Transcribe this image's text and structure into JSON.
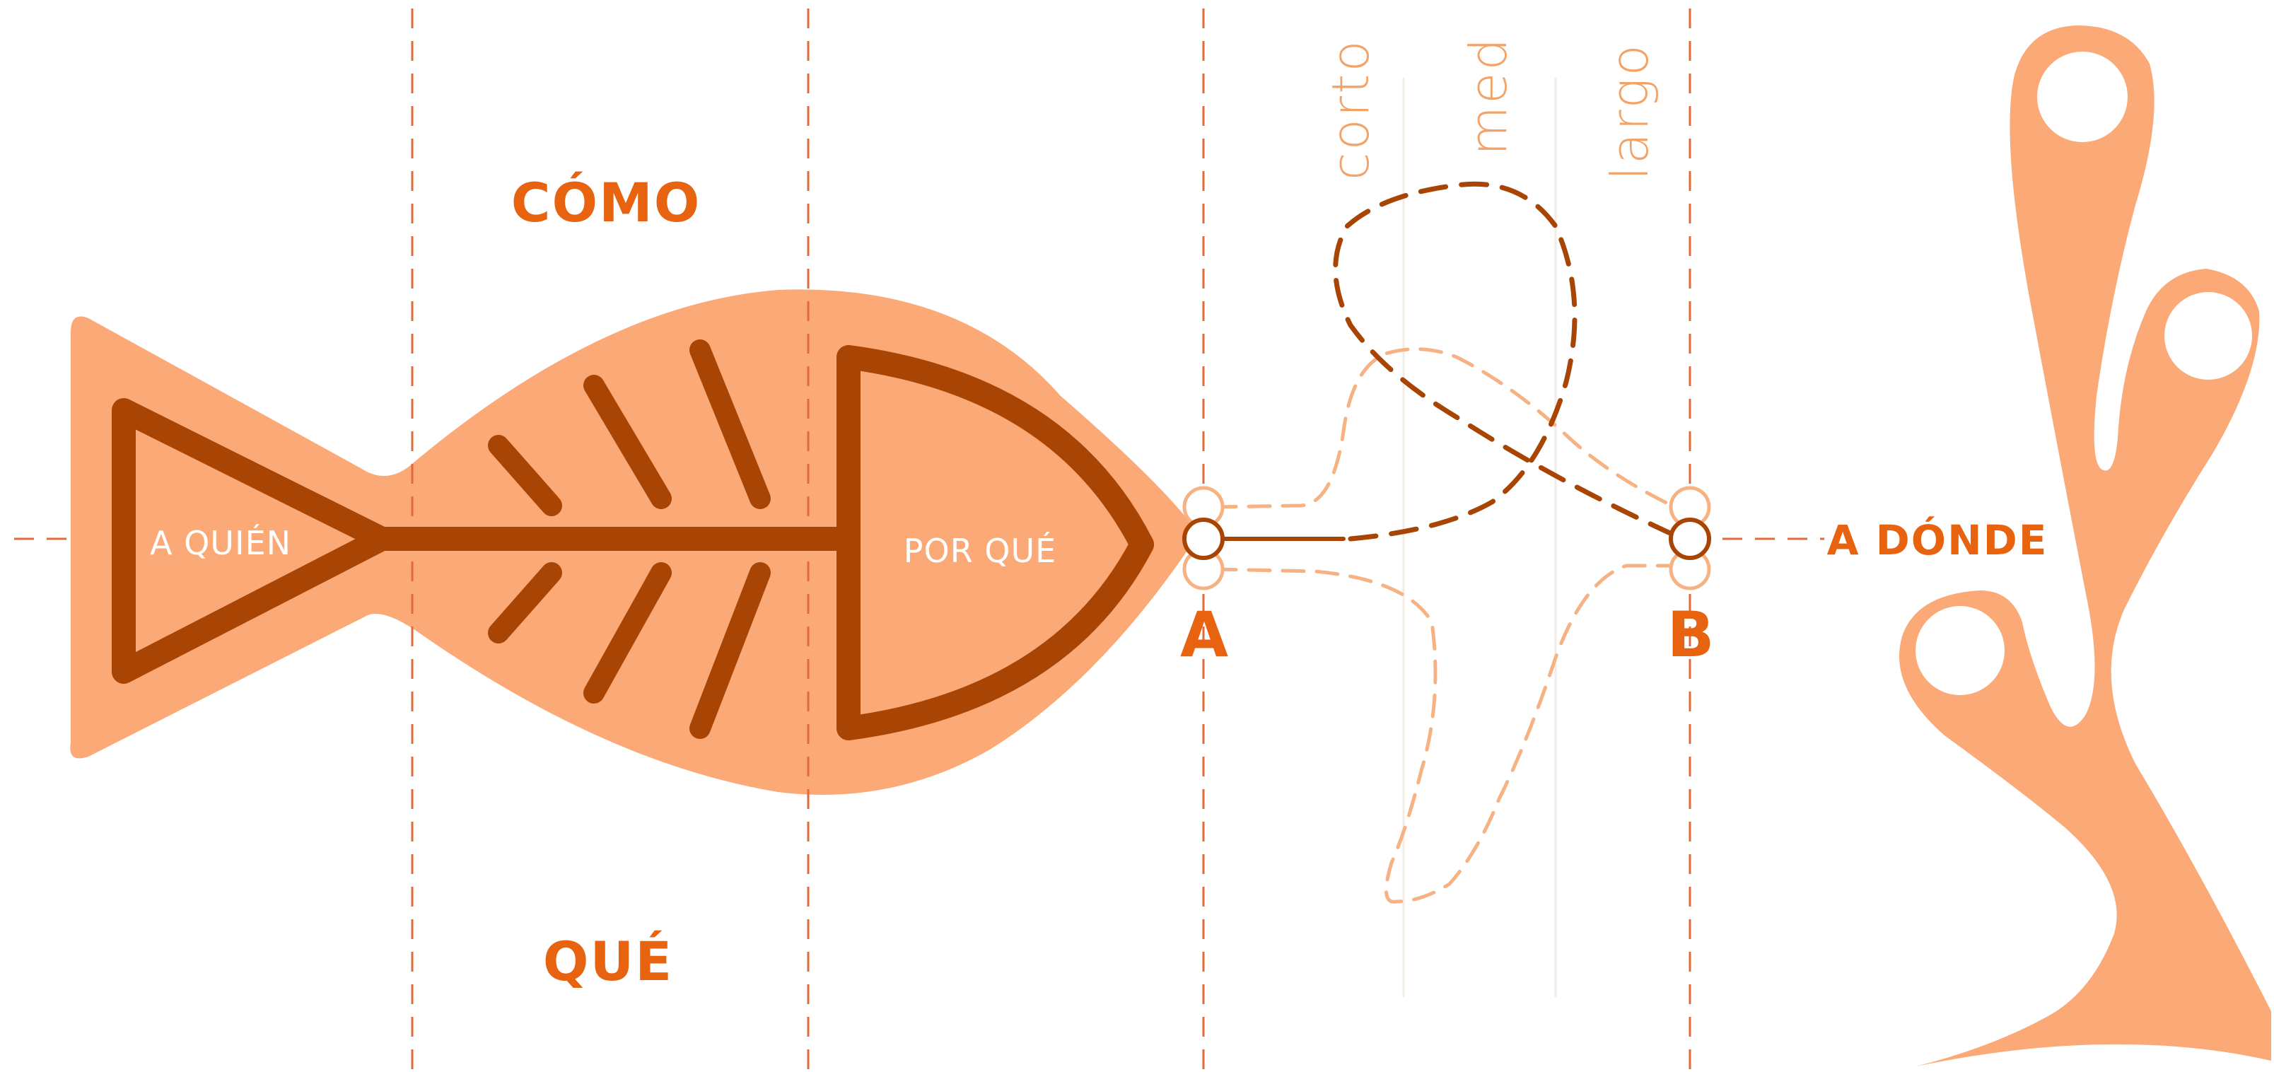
{
  "labels": {
    "como": "CÓMO",
    "que": "QUÉ",
    "a_quien": "A QUIÉN",
    "por_que": "POR QUÉ",
    "a_donde": "A DÓNDE",
    "point_a": "A",
    "point_b": "B"
  },
  "time_horizons": {
    "short": "corto",
    "medium": "med",
    "long": "largo"
  },
  "colors": {
    "fish_body": "#fba976",
    "bones": "#a84504",
    "accent_text": "#e8630f",
    "guide_lines": "#e06a3a",
    "coral": "#fba976"
  },
  "icons": {
    "fish": "fish-skeleton-icon",
    "coral": "coral-icon"
  }
}
